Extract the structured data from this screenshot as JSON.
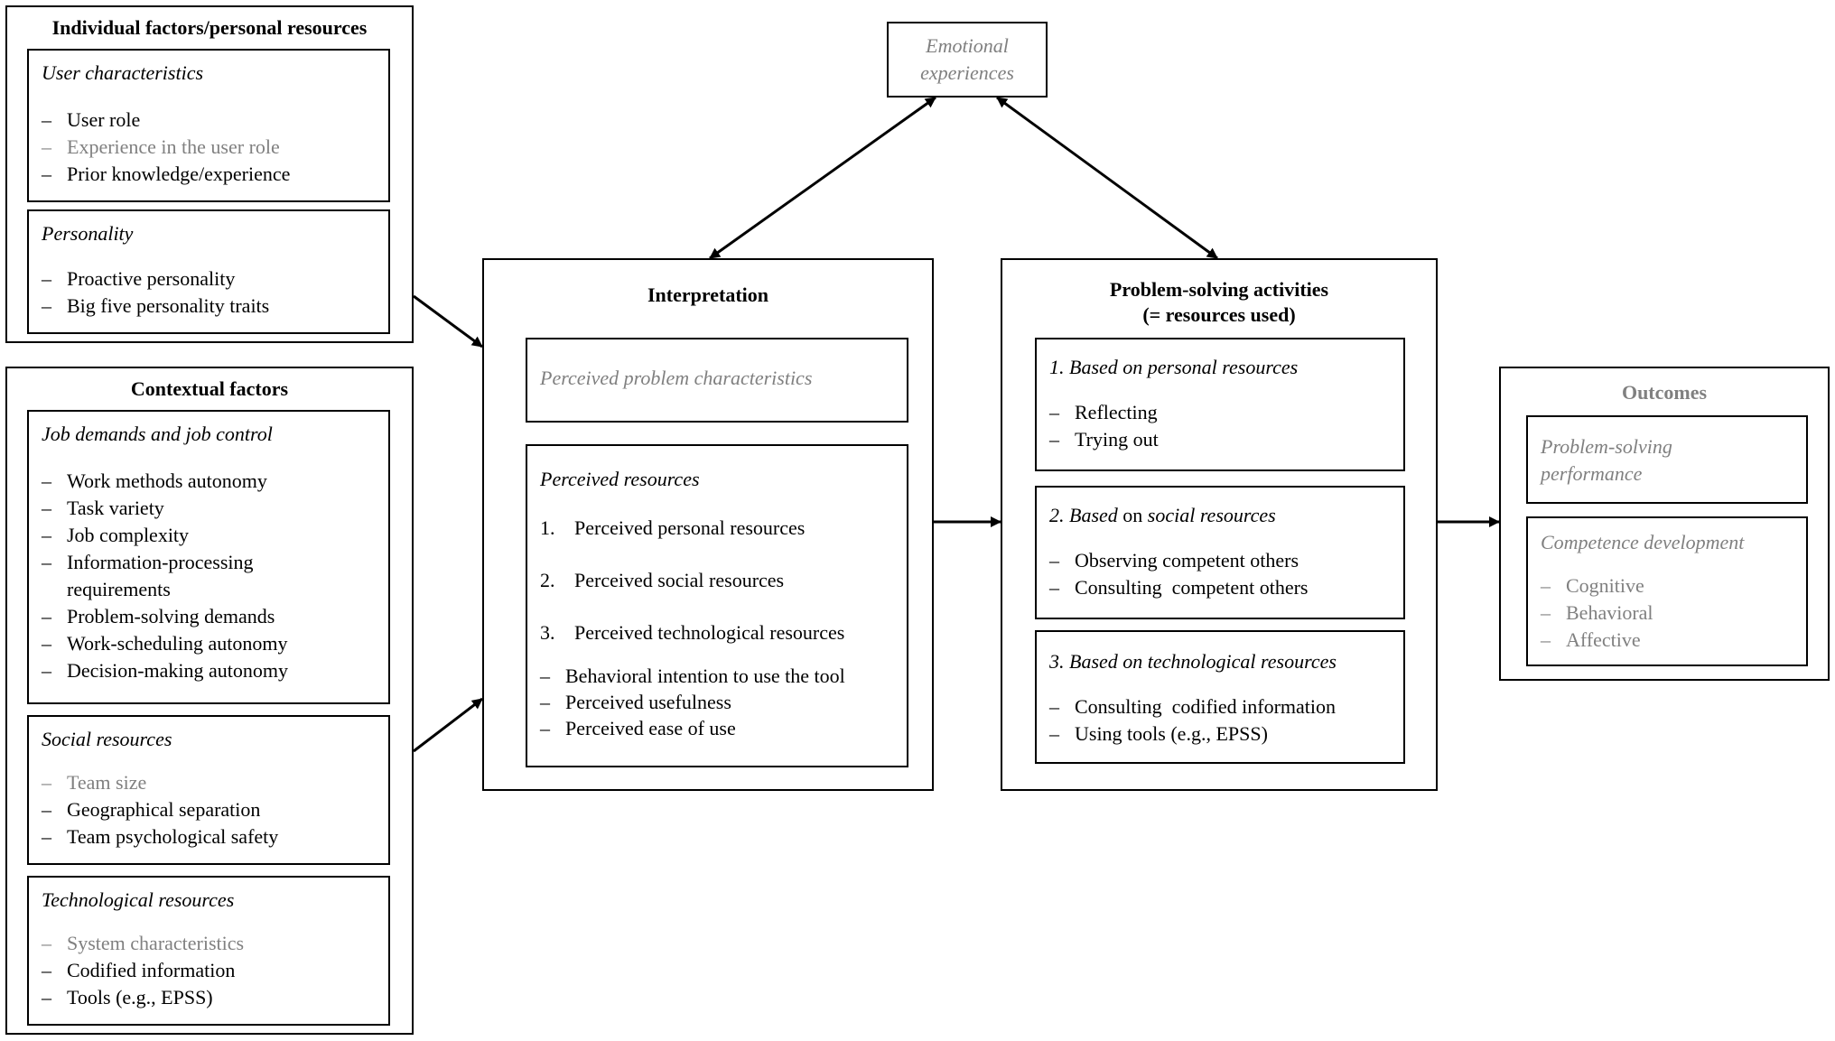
{
  "individual": {
    "title": "Individual factors/personal resources",
    "user_char": {
      "heading": "User characteristics",
      "items": [
        {
          "text": "User role",
          "muted": false
        },
        {
          "text": "Experience in the user role",
          "muted": true
        },
        {
          "text": "Prior knowledge/experience",
          "muted": false
        }
      ]
    },
    "personality": {
      "heading": "Personality",
      "items": [
        {
          "text": "Proactive personality",
          "muted": false
        },
        {
          "text": "Big five personality traits",
          "muted": false
        }
      ]
    }
  },
  "contextual": {
    "title": "Contextual factors",
    "job": {
      "heading": "Job demands and job control",
      "items": [
        {
          "text": "Work methods autonomy",
          "muted": false
        },
        {
          "text": "Task variety",
          "muted": false
        },
        {
          "text": "Job complexity",
          "muted": false
        },
        {
          "text": "Information-processing requirements",
          "muted": false
        },
        {
          "text": "Problem-solving demands",
          "muted": false
        },
        {
          "text": "Work-scheduling autonomy",
          "muted": false
        },
        {
          "text": "Decision-making autonomy",
          "muted": false
        }
      ]
    },
    "social": {
      "heading": "Social resources",
      "items": [
        {
          "text": "Team size",
          "muted": true
        },
        {
          "text": "Geographical separation",
          "muted": false
        },
        {
          "text": "Team psychological safety",
          "muted": false
        }
      ]
    },
    "tech": {
      "heading": "Technological resources",
      "items": [
        {
          "text": "System characteristics",
          "muted": true
        },
        {
          "text": "Codified information",
          "muted": false
        },
        {
          "text": "Tools (e.g., EPSS)",
          "muted": false
        }
      ]
    }
  },
  "emotional": {
    "line1": "Emotional",
    "line2": "experiences"
  },
  "interpretation": {
    "title": "Interpretation",
    "perceived_problem": "Perceived problem characteristics",
    "perceived_resources": {
      "heading": "Perceived resources",
      "numbered": [
        {
          "num": "1.",
          "text": "Perceived personal resources"
        },
        {
          "num": "2.",
          "text": "Perceived social resources"
        },
        {
          "num": "3.",
          "text": "Perceived technological resources"
        }
      ],
      "items": [
        {
          "text": "Behavioral intention to use the tool",
          "muted": false
        },
        {
          "text": "Perceived usefulness",
          "muted": false
        },
        {
          "text": "Perceived ease of use",
          "muted": false
        }
      ]
    }
  },
  "problem_solving": {
    "title1": "Problem-solving activities",
    "title2": "(= resources used)",
    "personal": {
      "heading": "1. Based on personal resources",
      "items": [
        {
          "text": "Reflecting",
          "muted": false
        },
        {
          "text": "Trying out",
          "muted": false
        }
      ]
    },
    "social": {
      "heading_prefix": "2. Based ",
      "heading_mid": "on",
      "heading_suffix": " social resources",
      "items": [
        {
          "text": "Observing competent others",
          "muted": false
        },
        {
          "text": "Consulting  competent others",
          "muted": false
        }
      ]
    },
    "tech": {
      "heading": "3. Based on technological resources",
      "items": [
        {
          "text": "Consulting  codified information",
          "muted": false
        },
        {
          "text": "Using tools (e.g., EPSS)",
          "muted": false
        }
      ]
    }
  },
  "outcomes": {
    "title": "Outcomes",
    "performance_line1": "Problem-solving",
    "performance_line2": "performance",
    "competence": {
      "heading": "Competence development",
      "items": [
        {
          "text": "Cognitive",
          "muted": true
        },
        {
          "text": "Behavioral",
          "muted": true
        },
        {
          "text": "Affective",
          "muted": true
        }
      ]
    }
  },
  "colors": {
    "text": "#000000",
    "muted": "#808080",
    "border": "#000000"
  }
}
